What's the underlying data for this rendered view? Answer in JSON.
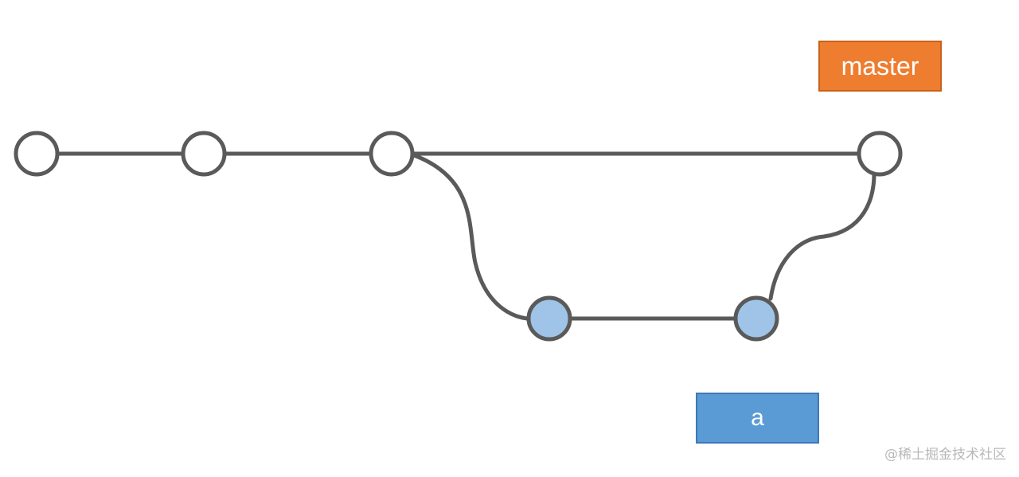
{
  "colors": {
    "edge": "#5a5a5a",
    "commit_default": "#ffffff",
    "commit_branch": "#9fc4e8",
    "master_label": "#ee7d30",
    "branch_label": "#5b9bd5",
    "label_text": "#ffffff"
  },
  "labels": {
    "master": "master",
    "branch": "a"
  },
  "watermark": "@稀土掘金技术社区"
}
